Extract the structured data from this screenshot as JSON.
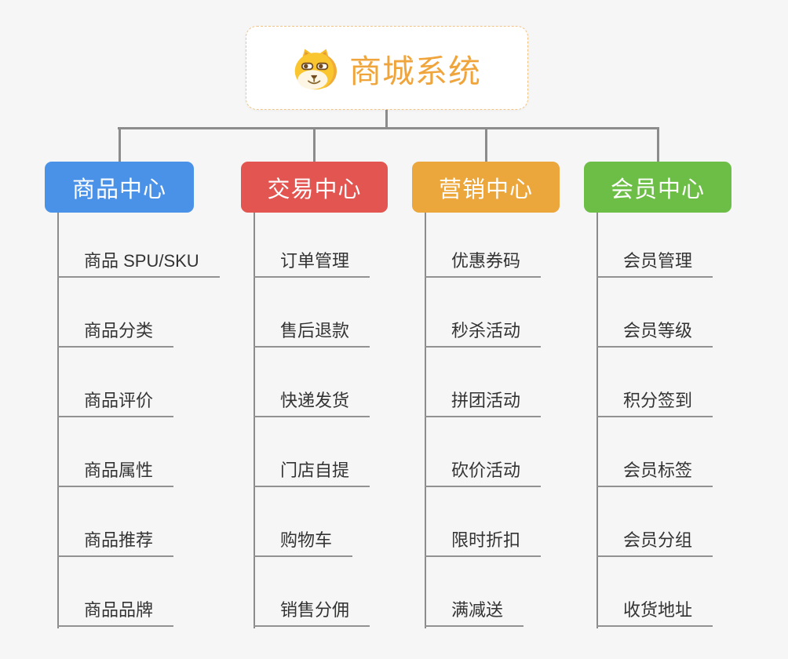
{
  "root": {
    "title": "商城系统",
    "icon": "shiba-dog-face-icon",
    "accent_color": "#f0a53c",
    "border_color": "#f1c384"
  },
  "connector_color": "#8c8c8c",
  "underline_color": "#929292",
  "branches": [
    {
      "label": "商品中心",
      "color": "#4a91e8",
      "items": [
        "商品 SPU/SKU",
        "商品分类",
        "商品评价",
        "商品属性",
        "商品推荐",
        "商品品牌"
      ]
    },
    {
      "label": "交易中心",
      "color": "#e25551",
      "items": [
        "订单管理",
        "售后退款",
        "快递发货",
        "门店自提",
        "购物车",
        "销售分佣"
      ]
    },
    {
      "label": "营销中心",
      "color": "#eba63c",
      "items": [
        "优惠券码",
        "秒杀活动",
        "拼团活动",
        "砍价活动",
        "限时折扣",
        "满减送"
      ]
    },
    {
      "label": "会员中心",
      "color": "#6dbe46",
      "items": [
        "会员管理",
        "会员等级",
        "积分签到",
        "会员标签",
        "会员分组",
        "收货地址"
      ]
    }
  ]
}
